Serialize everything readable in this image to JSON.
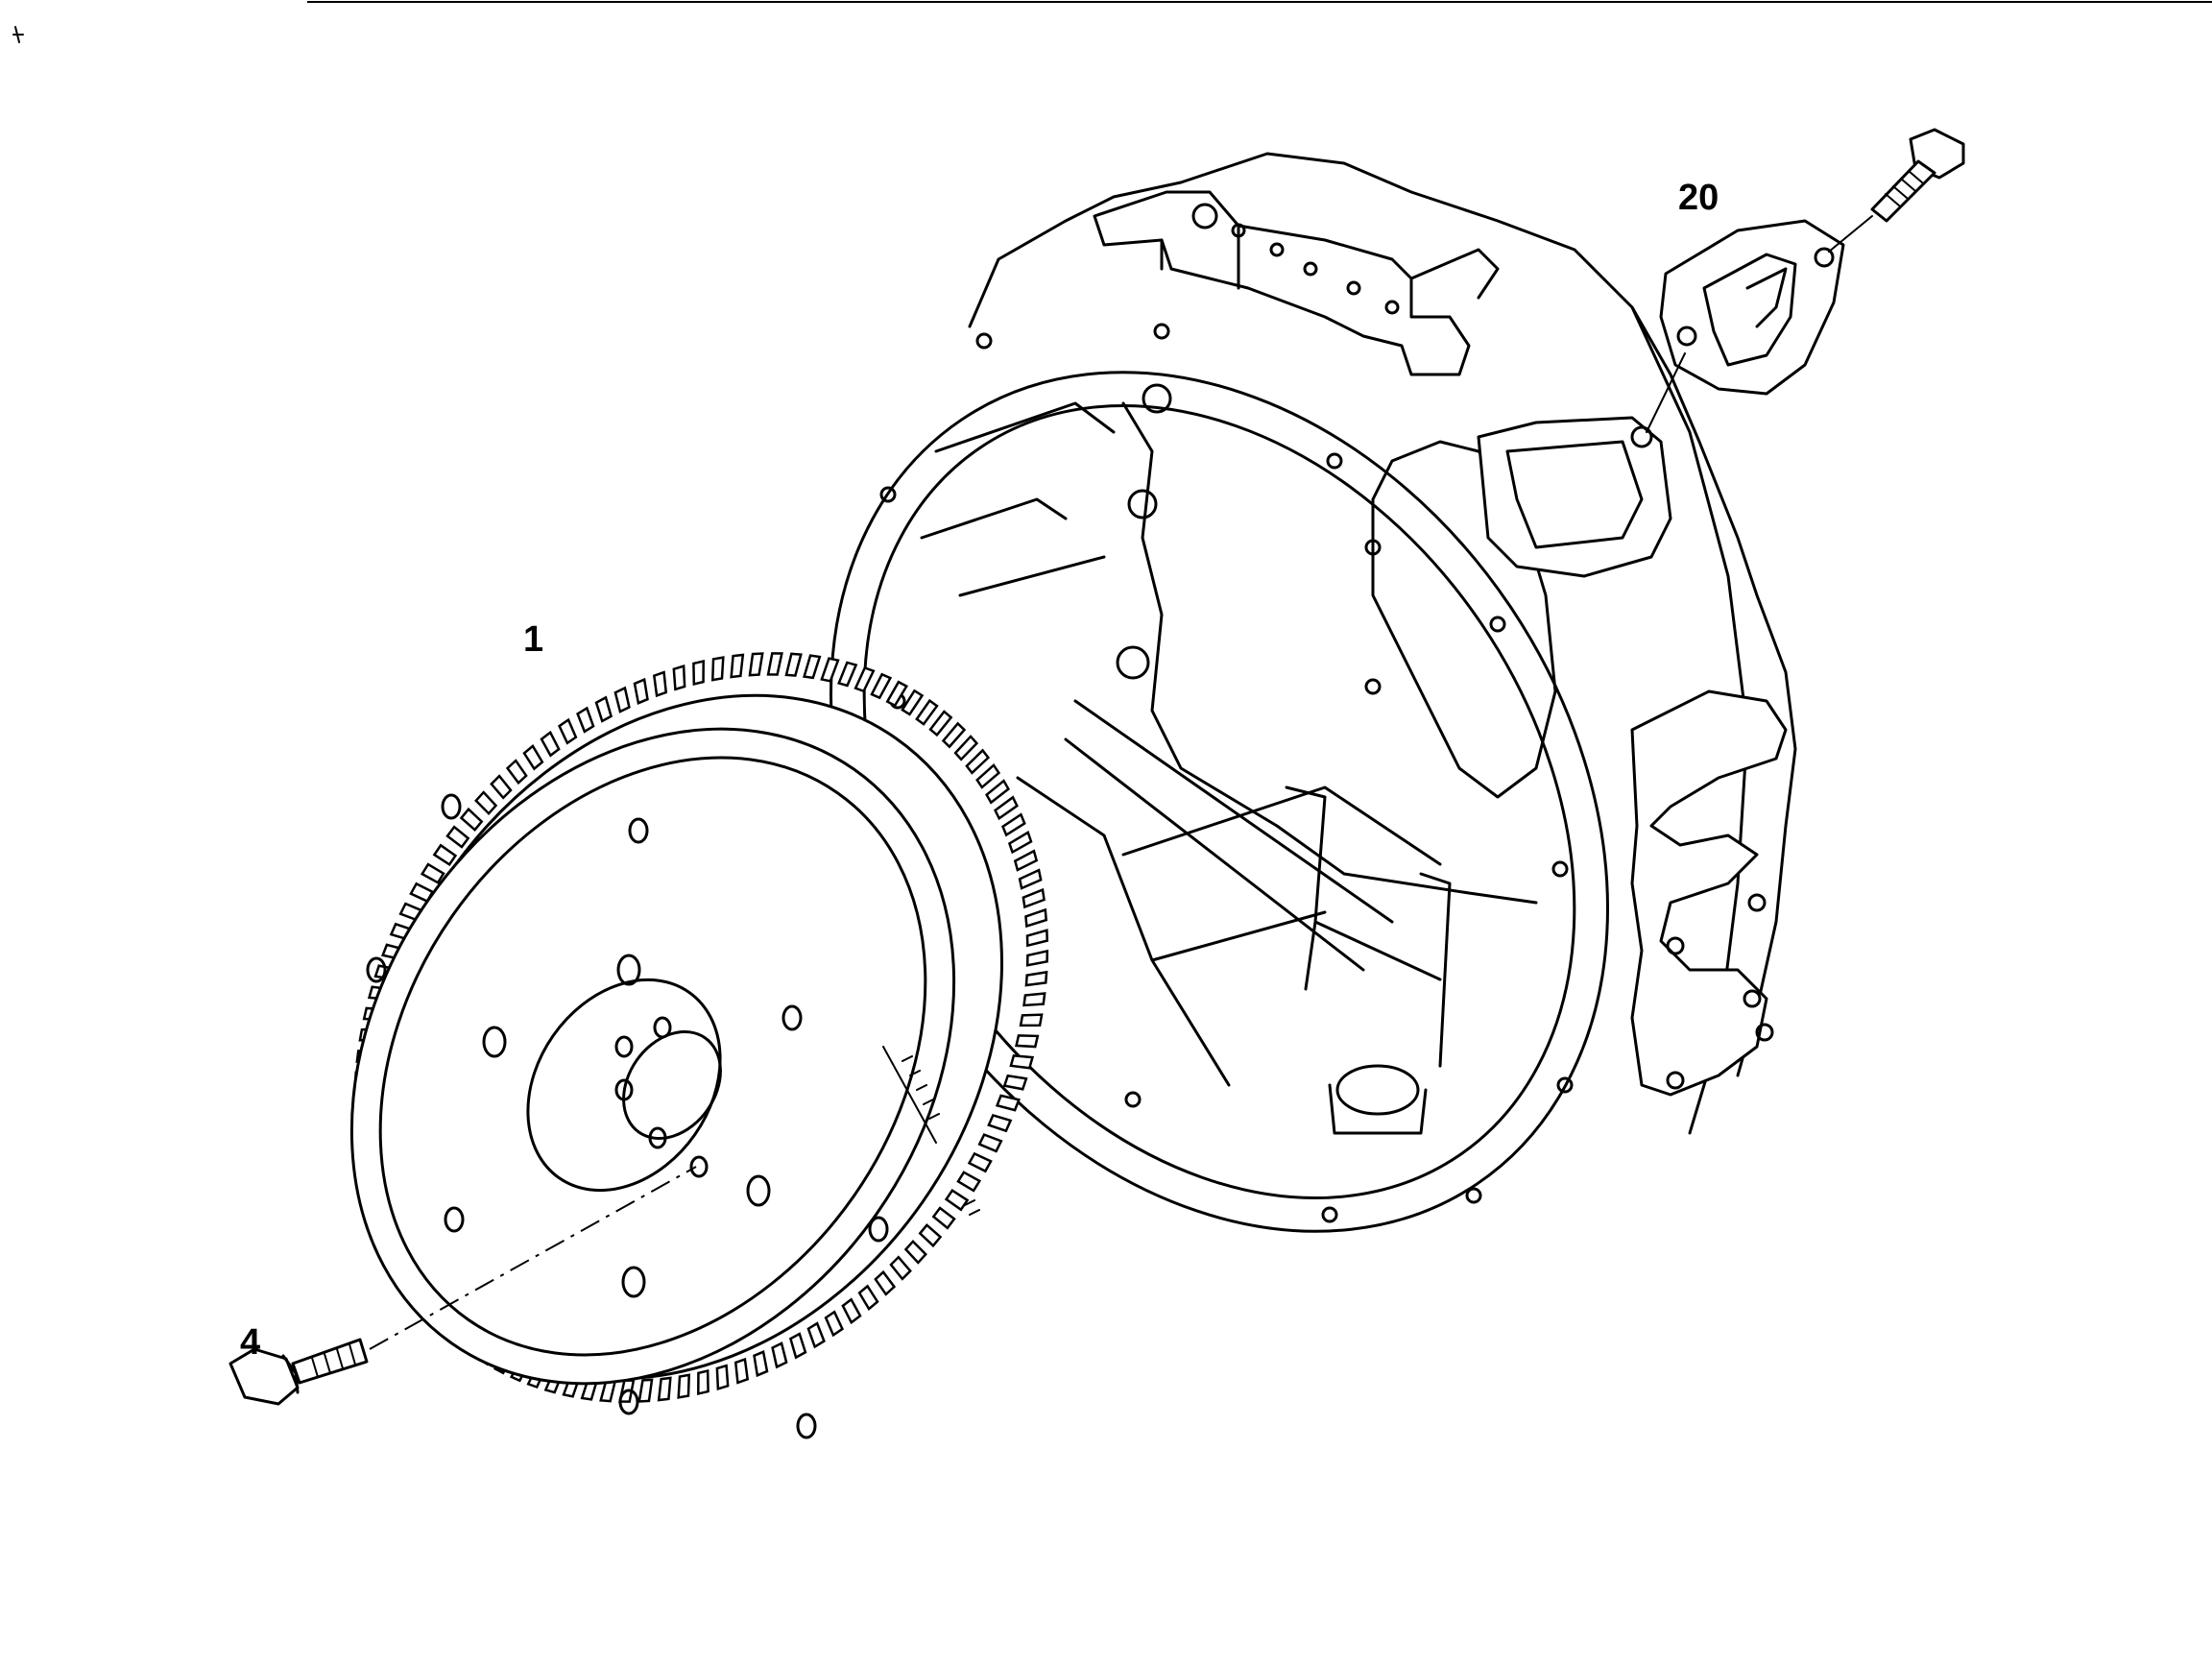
{
  "callouts": {
    "flywheel": "1",
    "bolt": "4",
    "cover": "20"
  },
  "colors": {
    "line": "#000000",
    "background": "#ffffff"
  }
}
